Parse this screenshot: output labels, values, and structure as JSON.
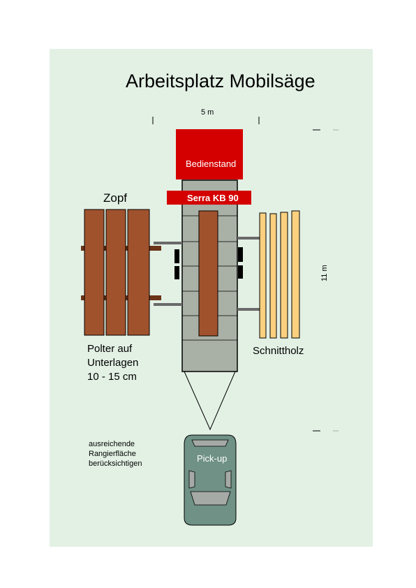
{
  "title": "Arbeitsplatz Mobilsäge",
  "dimensions": {
    "width_label": "5 m",
    "length_label": "11 m"
  },
  "operator_stand": {
    "label": "Bedienstand"
  },
  "saw": {
    "label": "Serra KB 90"
  },
  "log_pile": {
    "top_label": "Zopf",
    "caption_lines": [
      "Polter auf",
      "Unterlagen",
      "10 - 15 cm"
    ]
  },
  "lumber": {
    "label": "Schnittholz"
  },
  "note": {
    "lines": [
      "ausreichende",
      "Rangierfläche",
      "berücksichtigen"
    ]
  },
  "vehicle": {
    "label": "Pick-up"
  },
  "colors": {
    "background": "#e3f1e5",
    "operator_stand": "#d40000",
    "saw_label": "#d40000",
    "log": "#a0522d",
    "saw_frame": "#a9b0a6",
    "lumber": "#fbd07f",
    "vehicle": "#6f9186",
    "outrigger": "#6a6a6a"
  }
}
